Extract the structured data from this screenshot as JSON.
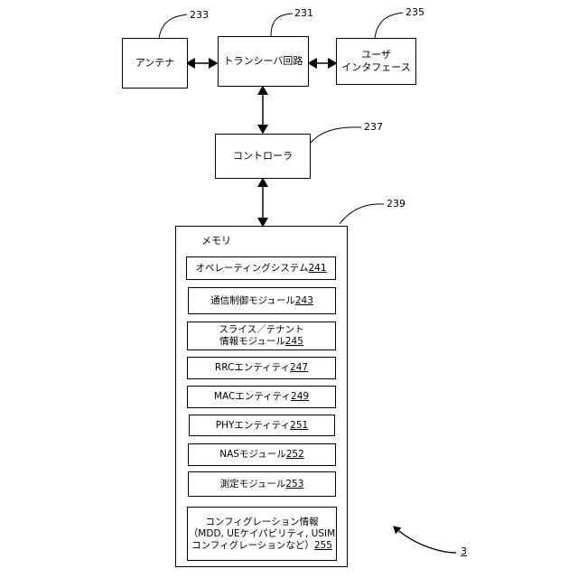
{
  "blocks": {
    "antenna": {
      "label": "アンテナ",
      "ref": "233"
    },
    "transceiver": {
      "label": "トランシーバ回路",
      "ref": "231"
    },
    "user_interface": {
      "line1": "ユーザ",
      "line2": "インタフェース",
      "ref": "235"
    },
    "controller": {
      "label": "コントローラ",
      "ref": "237"
    },
    "memory": {
      "label": "メモリ",
      "ref": "239"
    }
  },
  "modules": [
    {
      "line1": "オペレーティングシステム",
      "line2": "",
      "num": "241"
    },
    {
      "line1": "通信制御モジュール",
      "line2": "",
      "num": "243"
    },
    {
      "line1": "スライス／テナント",
      "line2": "情報モジュール",
      "num": "245"
    },
    {
      "line1": "RRCエンティティ",
      "line2": "",
      "num": "247"
    },
    {
      "line1": "MACエンティティ",
      "line2": "",
      "num": "249"
    },
    {
      "line1": "PHYエンティティ",
      "line2": "",
      "num": "251"
    },
    {
      "line1": "NASモジュール",
      "line2": "",
      "num": "252"
    },
    {
      "line1": "測定モジュール",
      "line2": "",
      "num": "253"
    },
    {
      "line1": "コンフィグレーション情報",
      "line2": "（MDD, UEケイパビリティ, USIM",
      "line3": "コンフィグレーションなど）",
      "num": "255"
    }
  ],
  "figure_ref": "3"
}
